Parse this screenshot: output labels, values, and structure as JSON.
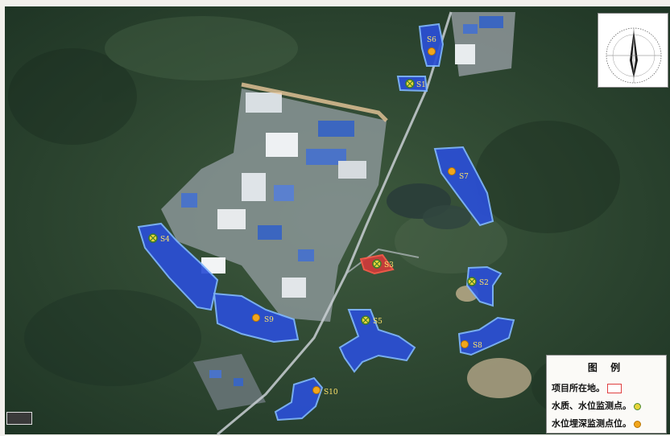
{
  "legend": {
    "title": "图 例",
    "project_site": "项目所在地。",
    "quality_points": "水质、水位监测点。",
    "depth_points": "水位埋深监测点位。"
  },
  "stations": [
    {
      "id": "S1",
      "type": "quality"
    },
    {
      "id": "S2",
      "type": "quality"
    },
    {
      "id": "S3",
      "type": "quality"
    },
    {
      "id": "S4",
      "type": "quality"
    },
    {
      "id": "S5",
      "type": "quality"
    },
    {
      "id": "S6",
      "type": "depth"
    },
    {
      "id": "S7",
      "type": "depth"
    },
    {
      "id": "S8",
      "type": "depth"
    },
    {
      "id": "S9",
      "type": "depth"
    },
    {
      "id": "S10",
      "type": "depth"
    }
  ],
  "colors": {
    "zone_fill": "#2b4fd6",
    "zone_stroke": "#7fb6ff",
    "project_outline": "#e0382e",
    "depth_marker": "#f2a61c",
    "quality_marker": "#e8d43a"
  },
  "icons": {
    "north_arrow": "compass-rose-icon",
    "scale": "scale-bar-icon"
  }
}
